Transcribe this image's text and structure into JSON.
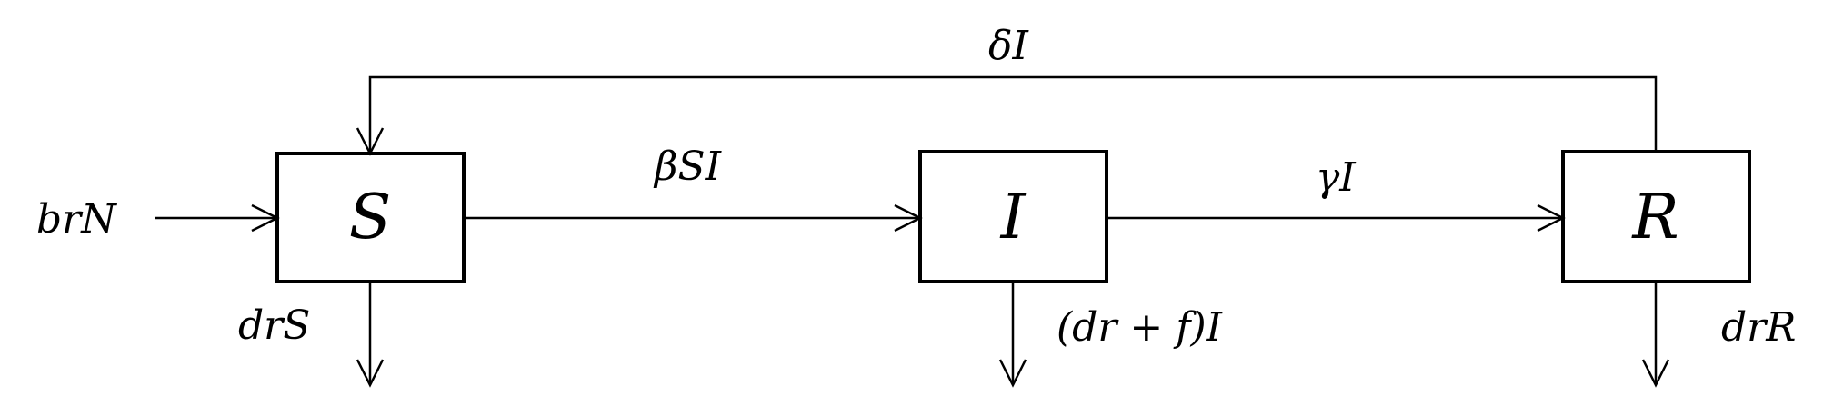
{
  "nodes": {
    "s": {
      "label": "S"
    },
    "i": {
      "label": "I"
    },
    "r": {
      "label": "R"
    }
  },
  "edges": {
    "inflow_s": "brN",
    "s_to_i": "βSI",
    "i_to_r": "γI",
    "r_to_s": "δI",
    "s_out": "drS",
    "i_out": "(dr + f)I",
    "r_out": "drR"
  }
}
